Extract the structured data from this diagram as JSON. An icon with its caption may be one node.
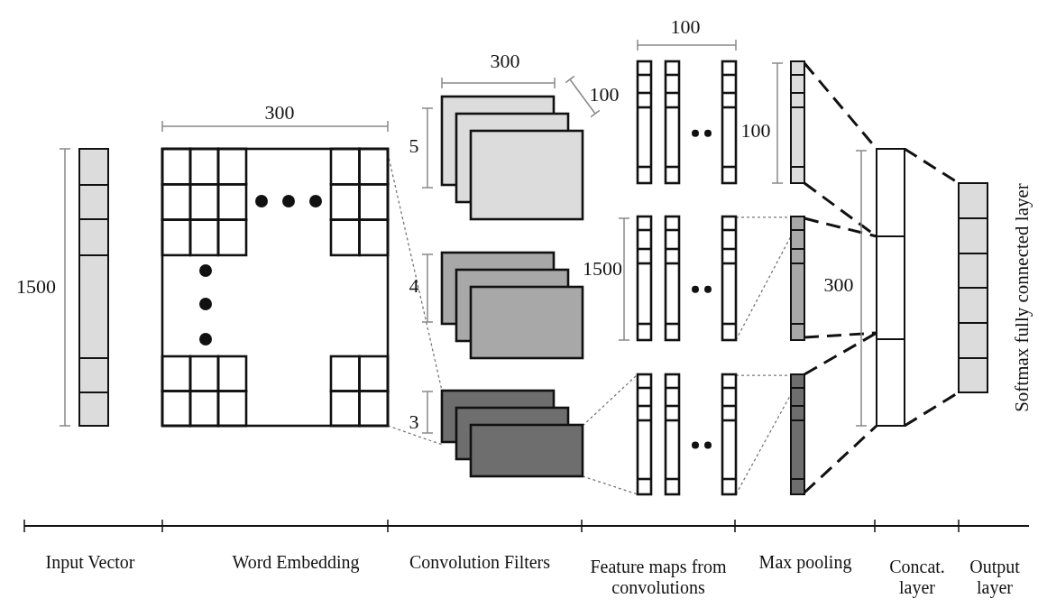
{
  "diagram": {
    "nodes": [
      {
        "text": [],
        "shape": "bar"
      },
      {
        "text": [],
        "shape": "box"
      },
      {
        "text": [],
        "shape": "box"
      },
      {
        "text": [],
        "shape": "box"
      },
      {
        "text": [],
        "shape": "box"
      },
      {
        "text": [],
        "shape": "box"
      },
      {
        "text": [],
        "shape": "box"
      },
      {
        "text": [],
        "shape": "box"
      },
      {
        "text": [],
        "shape": "bar"
      },
      {
        "text": [],
        "shape": "bar"
      },
      {
        "text": [],
        "shape": "bar"
      },
      {
        "text": [],
        "shape": "bar"
      },
      {
        "text": [],
        "shape": "bar"
      }
    ],
    "edges": [
      {
        "from": 1,
        "to": 4,
        "arrow": "none",
        "style": "dashed"
      },
      {
        "from": 1,
        "to": 4,
        "arrow": "none",
        "style": "dashed"
      },
      {
        "from": 4,
        "to": 7,
        "arrow": "none",
        "style": "dashed"
      },
      {
        "from": 4,
        "to": 7,
        "arrow": "none",
        "style": "dashed"
      },
      {
        "from": 6,
        "to": 9,
        "arrow": "none",
        "style": "dashed"
      },
      {
        "from": 6,
        "to": 9,
        "arrow": "none",
        "style": "dashed"
      },
      {
        "from": 7,
        "to": 10,
        "arrow": "none",
        "style": "dashed"
      },
      {
        "from": 7,
        "to": 10,
        "arrow": "none",
        "style": "dashed"
      },
      {
        "from": 8,
        "to": 11,
        "arrow": "none",
        "style": "dashed",
        "color": "#111111"
      },
      {
        "from": 8,
        "to": 11,
        "arrow": "none",
        "style": "dashed",
        "color": "#111111"
      },
      {
        "from": 9,
        "to": 11,
        "arrow": "none",
        "style": "dashed",
        "color": "#111111"
      },
      {
        "from": 9,
        "to": 11,
        "arrow": "none",
        "style": "dashed",
        "color": "#111111"
      },
      {
        "from": 10,
        "to": 11,
        "arrow": "none",
        "style": "dashed",
        "color": "#111111"
      },
      {
        "from": 10,
        "to": 11,
        "arrow": "none",
        "style": "dashed",
        "color": "#111111"
      },
      {
        "from": 11,
        "to": 12,
        "arrow": "none",
        "style": "dashed",
        "color": "#111111"
      },
      {
        "from": 11,
        "to": 12,
        "arrow": "none",
        "style": "dashed",
        "color": "#111111"
      }
    ],
    "labels": [
      "100",
      "300",
      "100",
      "300",
      "100",
      "5",
      "1500",
      "1500",
      "4",
      "300",
      "3",
      "Input Vector",
      "Word Embedding",
      "Convolution Filters",
      "Feature maps from convolutions",
      "Max pooling",
      "Concat. layer",
      "Output layer",
      "Softmax fully connected layer"
    ]
  }
}
